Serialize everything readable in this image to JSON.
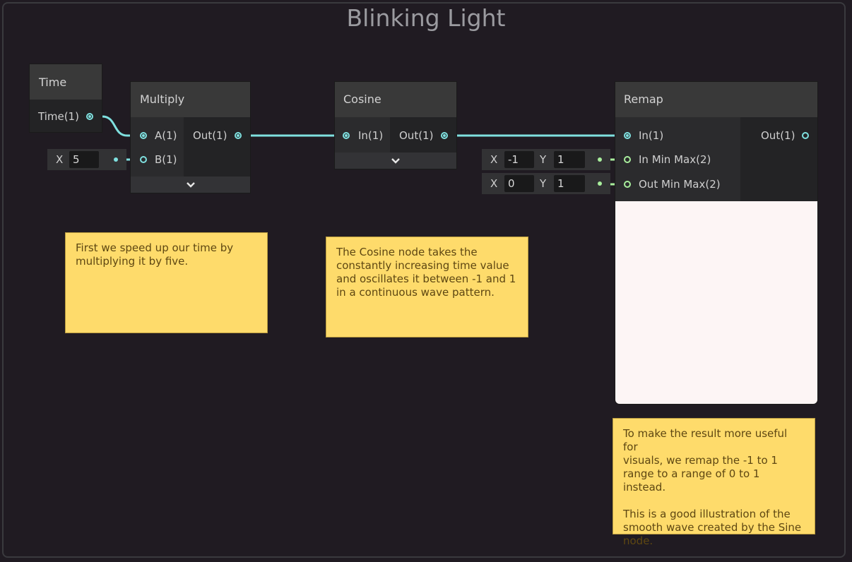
{
  "title": "Blinking Light",
  "nodes": {
    "time": {
      "title": "Time",
      "output": "Time(1)"
    },
    "multiply": {
      "title": "Multiply",
      "inputs": [
        "A(1)",
        "B(1)"
      ],
      "output": "Out(1)"
    },
    "cosine": {
      "title": "Cosine",
      "input": "In(1)",
      "output": "Out(1)"
    },
    "remap": {
      "title": "Remap",
      "inputs": [
        "In(1)",
        "In Min Max(2)",
        "Out Min Max(2)"
      ],
      "output": "Out(1)"
    }
  },
  "fields": {
    "b_value": {
      "x_label": "X",
      "x": "5"
    },
    "in_min_max": {
      "x_label": "X",
      "x": "-1",
      "y_label": "Y",
      "y": "1"
    },
    "out_min_max": {
      "x_label": "X",
      "x": "0",
      "y_label": "Y",
      "y": "1"
    }
  },
  "notes": {
    "multiply_note": "First we speed up our time by\nmultiplying it by five.",
    "cosine_note": "The Cosine node takes the\nconstantly increasing time value\nand oscillates it between -1 and 1\nin a continuous wave pattern.",
    "remap_note": "To make the result more useful for\nvisuals, we remap the -1 to 1\nrange to a range of 0 to 1 instead.\n\nThis is a good illustration of the\nsmooth wave created by the Sine\nnode."
  },
  "colors": {
    "wire": "#7fe0df",
    "wire_vector": "#a8ee9c",
    "note": "#fedb6b",
    "canvas": "#201b22"
  }
}
